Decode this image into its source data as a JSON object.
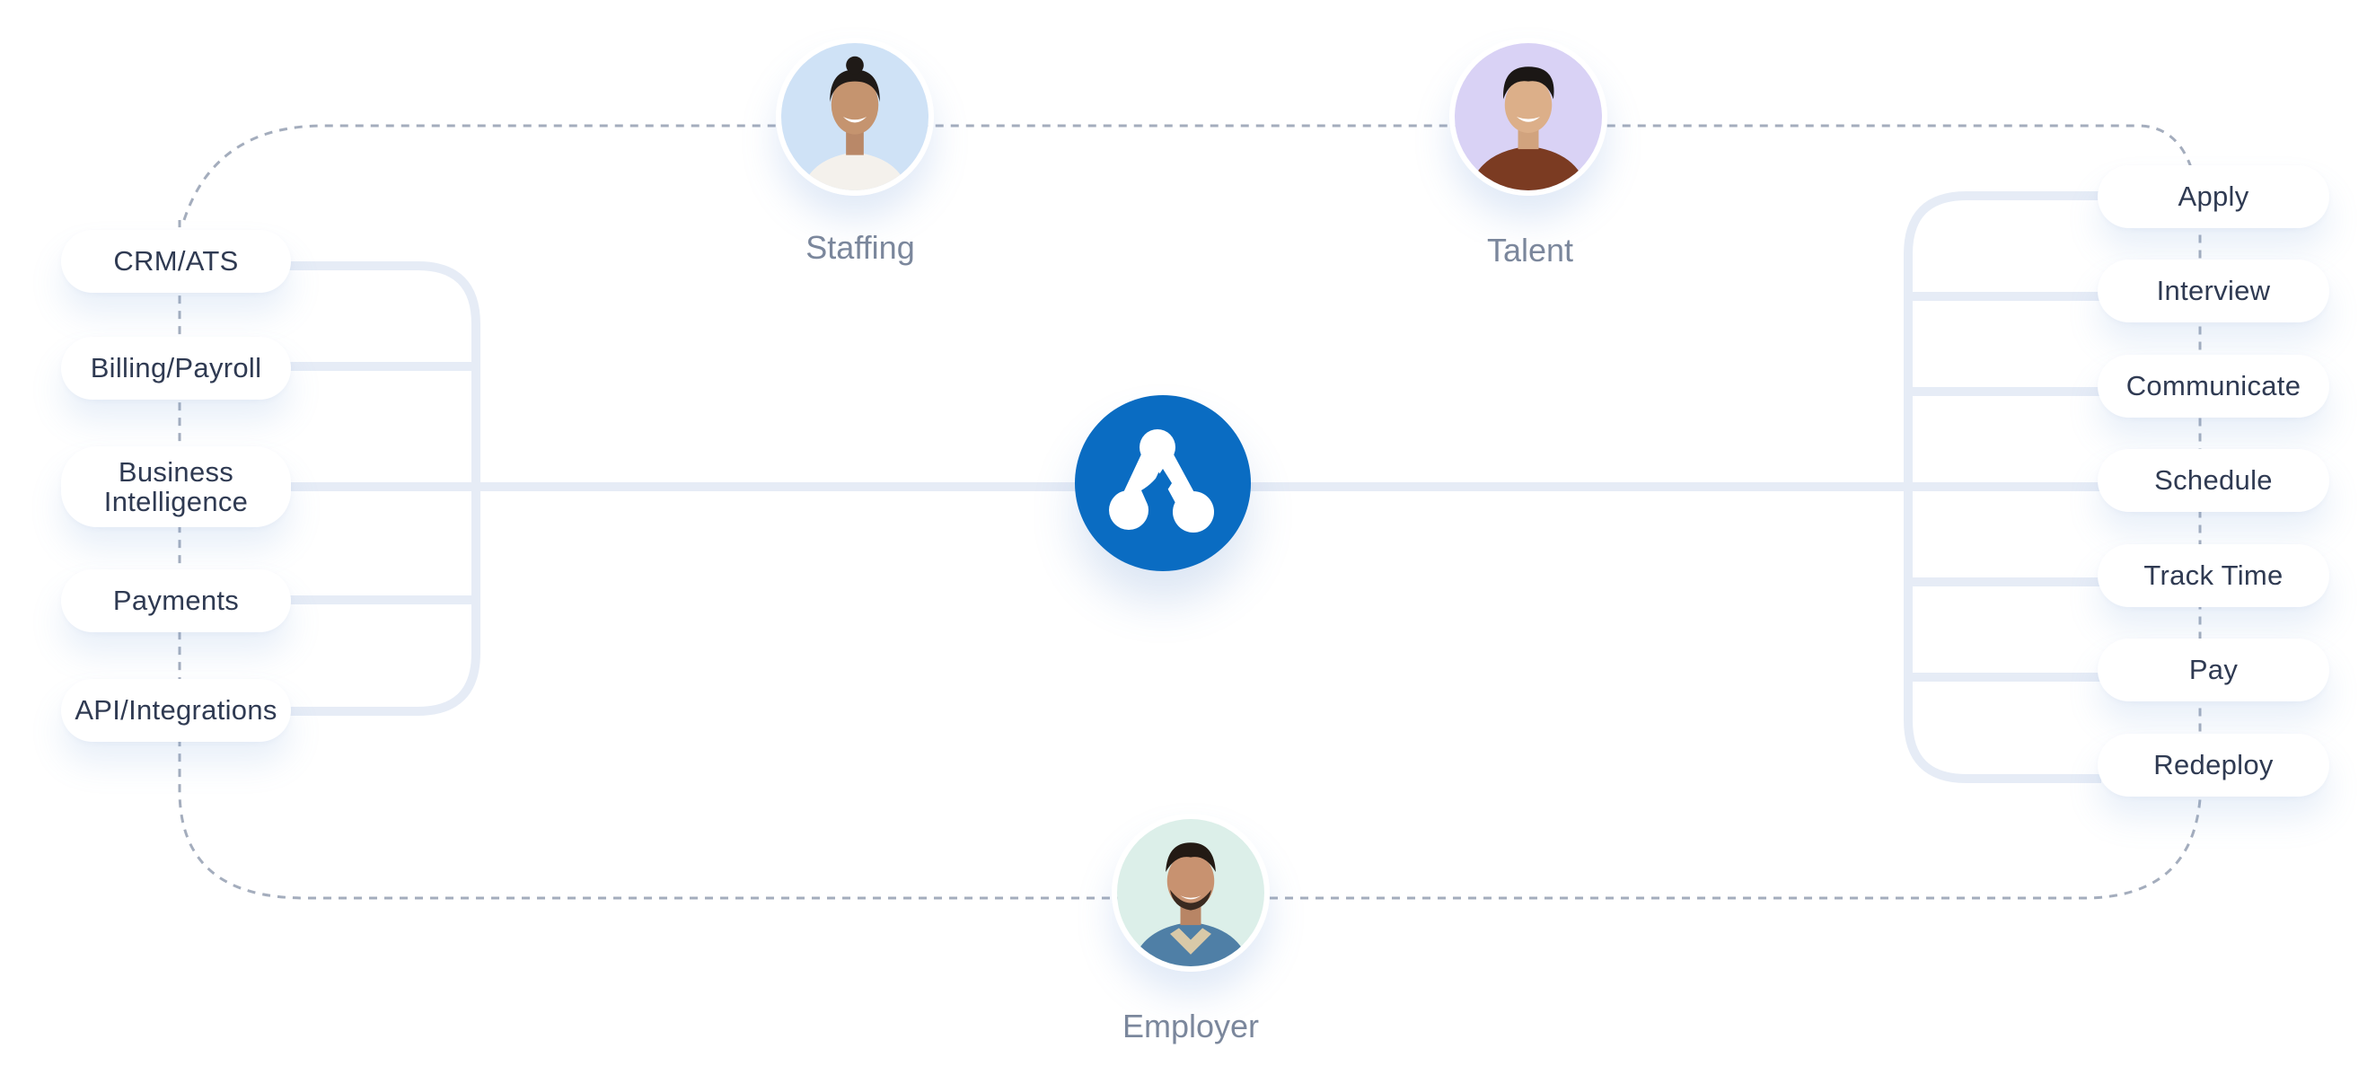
{
  "left_systems": [
    {
      "label": "CRM/ATS"
    },
    {
      "label": "Billing/Payroll"
    },
    {
      "label": "Business Intelligence"
    },
    {
      "label": "Payments"
    },
    {
      "label": "API/Integrations"
    }
  ],
  "right_actions": [
    {
      "label": "Apply"
    },
    {
      "label": "Interview"
    },
    {
      "label": "Communicate"
    },
    {
      "label": "Schedule"
    },
    {
      "label": "Track Time"
    },
    {
      "label": "Pay"
    },
    {
      "label": "Redeploy"
    }
  ],
  "roles": {
    "staffing": {
      "label": "Staffing",
      "avatar_bg": "#cfe2f6"
    },
    "talent": {
      "label": "Talent",
      "avatar_bg": "#d9d2f5"
    },
    "employer": {
      "label": "Employer",
      "avatar_bg": "#dcefe9"
    }
  },
  "hub": {
    "icon": "platform-logo-icon",
    "color": "#0a6cc2"
  },
  "colors": {
    "connector": "#e6ecf6",
    "dashed_loop": "#a4adbd",
    "text": "#2f3a52",
    "role_text": "#7b879c"
  }
}
